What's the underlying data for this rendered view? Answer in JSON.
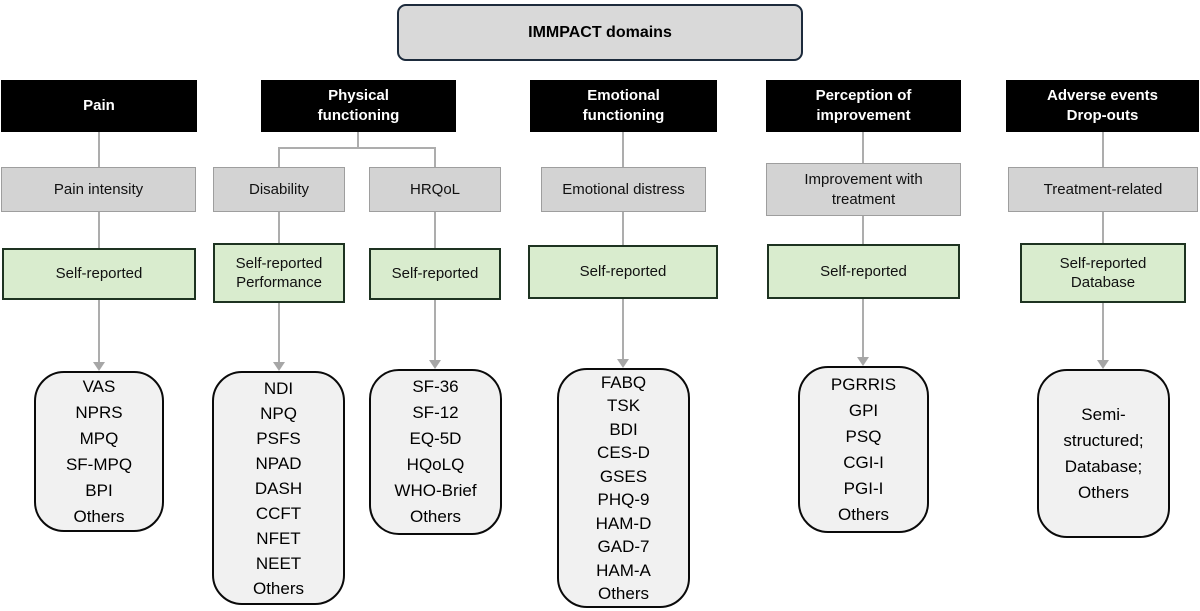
{
  "title": "IMMPACT domains",
  "colors": {
    "header_bg": "#000000",
    "header_text": "#ffffff",
    "subdomain_bg": "#d3d3d3",
    "method_bg": "#d9ecce",
    "tools_bg": "#f1f1f1",
    "title_bg": "#d9d9d9",
    "connector": "#a6a6a6"
  },
  "columns": [
    {
      "id": "pain",
      "header": "Pain",
      "subdomains": [
        {
          "label": "Pain intensity",
          "method": "Self-reported",
          "tools": [
            "VAS",
            "NPRS",
            "MPQ",
            "SF-MPQ",
            "BPI",
            "Others"
          ]
        }
      ]
    },
    {
      "id": "physical-functioning",
      "header": "Physical\nfunctioning",
      "subdomains": [
        {
          "label": "Disability",
          "method": "Self-reported\nPerformance",
          "tools": [
            "NDI",
            "NPQ",
            "PSFS",
            "NPAD",
            "DASH",
            "CCFT",
            "NFET",
            "NEET",
            "Others"
          ]
        },
        {
          "label": "HRQoL",
          "method": "Self-reported",
          "tools": [
            "SF-36",
            "SF-12",
            "EQ-5D",
            "HQoLQ",
            "WHO-Brief",
            "Others"
          ]
        }
      ]
    },
    {
      "id": "emotional-functioning",
      "header": "Emotional\nfunctioning",
      "subdomains": [
        {
          "label": "Emotional distress",
          "method": "Self-reported",
          "tools": [
            "FABQ",
            "TSK",
            "BDI",
            "CES-D",
            "GSES",
            "PHQ-9",
            "HAM-D",
            "GAD-7",
            "HAM-A",
            "Others"
          ]
        }
      ]
    },
    {
      "id": "perception-of-improvement",
      "header": "Perception of\nimprovement",
      "subdomains": [
        {
          "label": "Improvement with\ntreatment",
          "method": "Self-reported",
          "tools": [
            "PGRRIS",
            "GPI",
            "PSQ",
            "CGI-I",
            "PGI-I",
            "Others"
          ]
        }
      ]
    },
    {
      "id": "adverse-events",
      "header": "Adverse events\nDrop-outs",
      "subdomains": [
        {
          "label": "Treatment-related",
          "method": "Self-reported\nDatabase",
          "tools": [
            "Semi-",
            "structured;",
            "Database;",
            "Others"
          ]
        }
      ]
    }
  ]
}
